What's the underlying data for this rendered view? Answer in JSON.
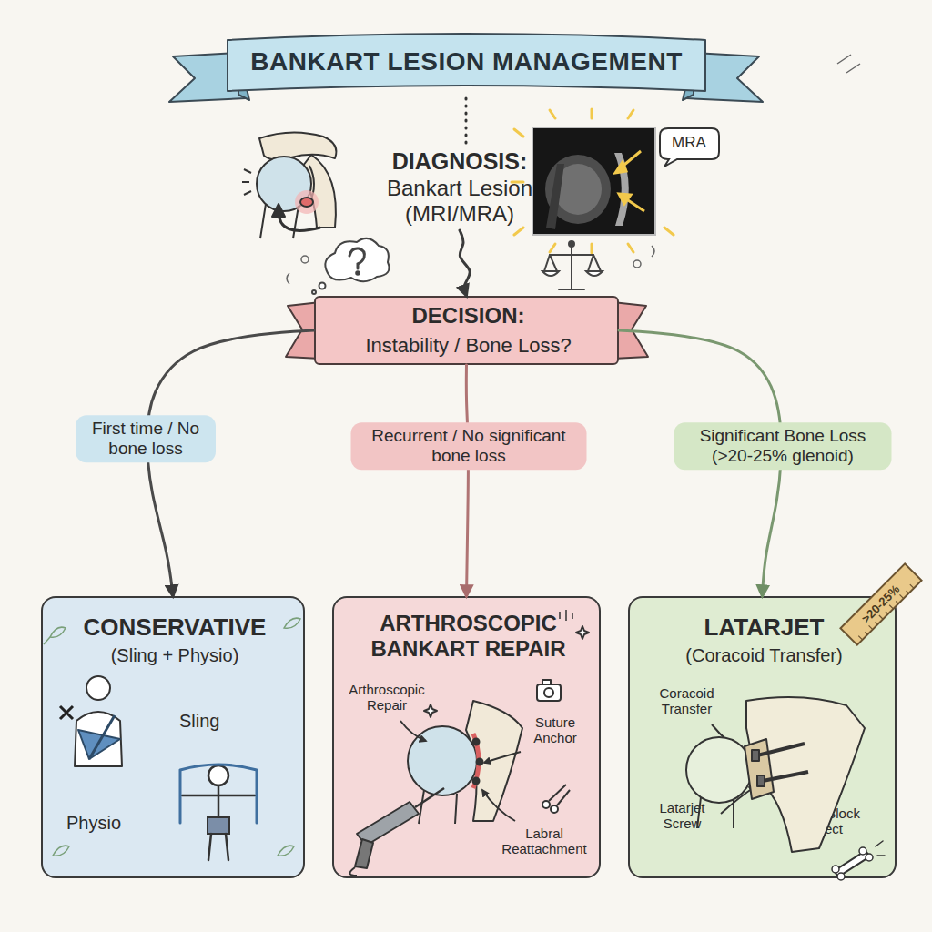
{
  "diagram": {
    "title": "BANKART LESION MANAGEMENT",
    "nodes": [
      {
        "text": [
          "DIAGNOSIS:",
          "Bankart Lesion (MRI/MRA)"
        ]
      },
      {
        "text": [
          "MRA"
        ]
      },
      {
        "text": [
          "DECISION:",
          "Instability / Bone Loss?"
        ]
      },
      {
        "text": [
          "CONSERVATIVE",
          "(Sling + Physio)",
          "Sling",
          "Physio"
        ]
      },
      {
        "text": [
          "ARTHROSCOPIC BANKART REPAIR",
          "Arthroscopic Repair",
          "Suture Anchor",
          "Labral Reattachment"
        ]
      },
      {
        "text": [
          "LATARJET",
          "(Coracoid Transfer)",
          "Coracoid Transfer",
          "Latarjet Screw",
          "Bone Block Effect"
        ]
      }
    ],
    "edges": [
      {
        "from": 0,
        "to": 2,
        "arrow": "to"
      },
      {
        "from": 2,
        "to": 3,
        "label": "First time / No bone loss",
        "arrow": "to"
      },
      {
        "from": 2,
        "to": 4,
        "label": "Recurrent / No significant bone loss",
        "arrow": "to"
      },
      {
        "from": 2,
        "to": 5,
        "label": "Significant Bone Loss (>20-25% glenoid)",
        "arrow": "to"
      }
    ],
    "labels": [
      ">20-25%"
    ]
  }
}
